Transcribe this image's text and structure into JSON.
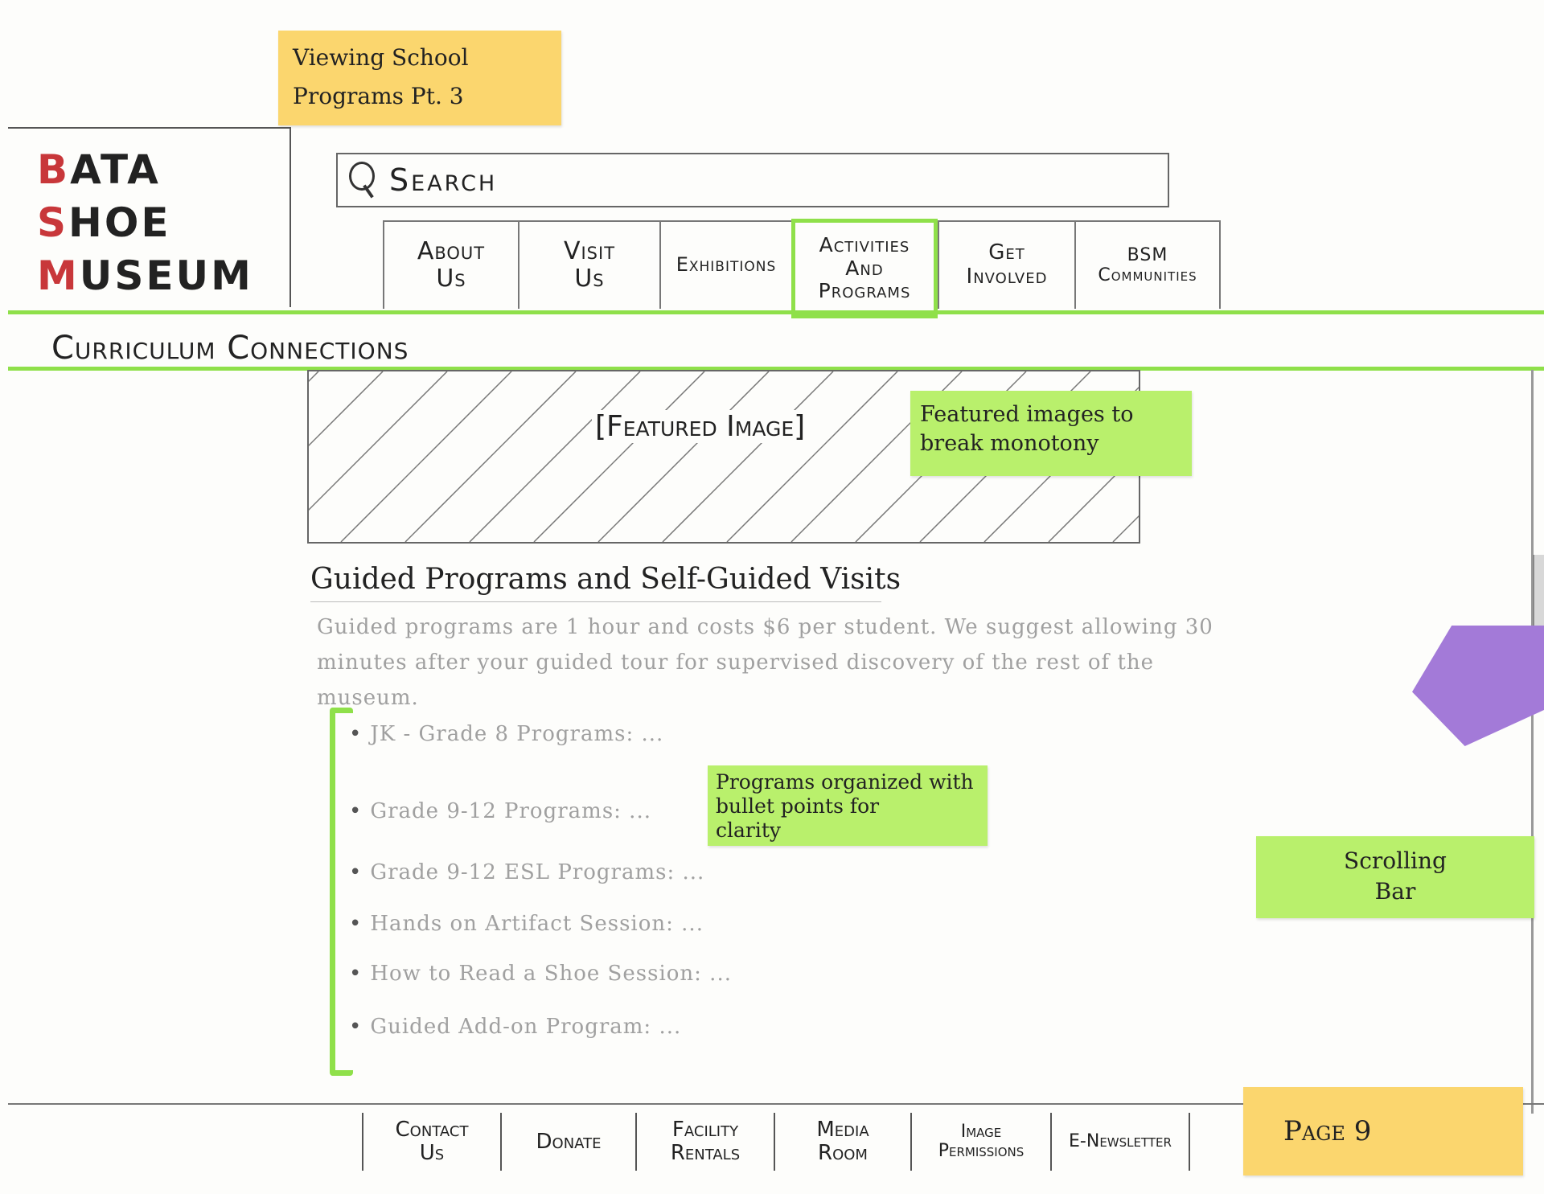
{
  "page_label": "Viewing School\nPrograms Pt. 3",
  "logo": {
    "lines": [
      "BATA",
      "SHOE",
      "MUSEUM"
    ]
  },
  "search": {
    "placeholder": "Search"
  },
  "nav": {
    "items": [
      {
        "label": "About\nUs"
      },
      {
        "label": "Visit\nUs"
      },
      {
        "label": "Exhibitions"
      },
      {
        "label": "Activities\nAnd\nPrograms"
      },
      {
        "label": "Get\nInvolved"
      },
      {
        "label": "BSM\nCommunities"
      }
    ],
    "active_index": 3
  },
  "subheader": {
    "title": "Curriculum Connections"
  },
  "featured": {
    "label": "[Featured Image]"
  },
  "notes": {
    "featured": "Featured images to\nbreak monotony",
    "bullets": "Programs organized with\nbullet points for\nclarity",
    "scrolling": "Scrolling\nBar"
  },
  "section": {
    "title": "Guided Programs and Self-Guided Visits",
    "body": "Guided programs are 1 hour and costs $6 per student. We suggest allowing 30 minutes after your guided tour for supervised discovery of the rest of the museum.",
    "bullets": [
      "JK - Grade 8 Programs: ...",
      "Grade 9-12 Programs: ...",
      "Grade 9-12 ESL Programs: ...",
      "Hands on Artifact Session: ...",
      "How to Read a Shoe Session: ...",
      "Guided Add-on Program: ..."
    ]
  },
  "footer": {
    "items": [
      {
        "label": "Contact\nUs"
      },
      {
        "label": "Donate"
      },
      {
        "label": "Facility\nRentals"
      },
      {
        "label": "Media\nRoom"
      },
      {
        "label": "Image\nPermissions"
      },
      {
        "label": "E-Newsletter"
      }
    ]
  },
  "page_number": "Page 9",
  "colors": {
    "accent_green": "#8fe04a",
    "sticky_yellow": "#fbd66e",
    "sticky_green": "#b9f06c",
    "logo_red": "#c8373a",
    "tab_purple": "#a37ad8"
  }
}
